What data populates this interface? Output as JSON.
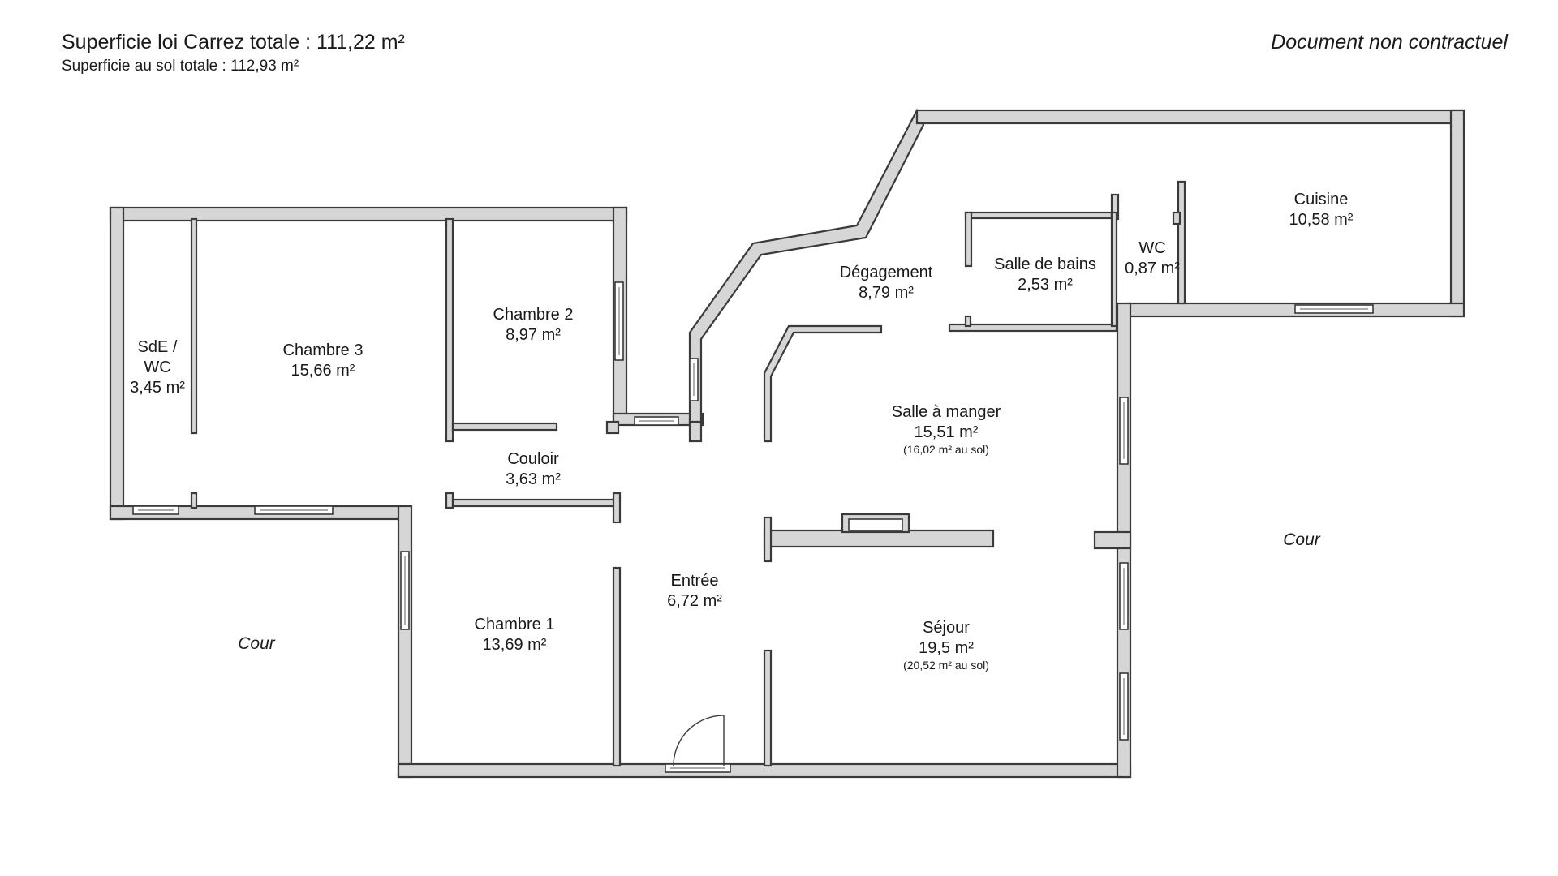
{
  "header": {
    "carrez_total": "Superficie loi Carrez totale : 111,22 m²",
    "sol_total": "Superficie au sol totale : 112,93 m²",
    "disclaimer": "Document non contractuel"
  },
  "rooms": {
    "sde_wc": {
      "name_l1": "SdE /",
      "name_l2": "WC",
      "area": "3,45 m²"
    },
    "chambre3": {
      "name": "Chambre 3",
      "area": "15,66 m²"
    },
    "chambre2": {
      "name": "Chambre 2",
      "area": "8,97 m²"
    },
    "couloir": {
      "name": "Couloir",
      "area": "3,63 m²"
    },
    "chambre1": {
      "name": "Chambre 1",
      "area": "13,69 m²"
    },
    "entree": {
      "name": "Entrée",
      "area": "6,72 m²"
    },
    "degagement": {
      "name": "Dégagement",
      "area": "8,79 m²"
    },
    "salle_de_bains": {
      "name": "Salle de bains",
      "area": "2,53 m²"
    },
    "wc": {
      "name": "WC",
      "area": "0,87 m²"
    },
    "cuisine": {
      "name": "Cuisine",
      "area": "10,58 m²"
    },
    "salle_a_manger": {
      "name": "Salle à manger",
      "area": "15,51 m²",
      "sol": "(16,02 m² au sol)"
    },
    "sejour": {
      "name": "Séjour",
      "area": "19,5 m²",
      "sol": "(20,52 m² au sol)"
    }
  },
  "exterior": {
    "cour_left": "Cour",
    "cour_right": "Cour"
  },
  "colors": {
    "wall_fill": "#d6d6d6",
    "wall_stroke": "#3a3a3a",
    "background": "#ffffff"
  }
}
